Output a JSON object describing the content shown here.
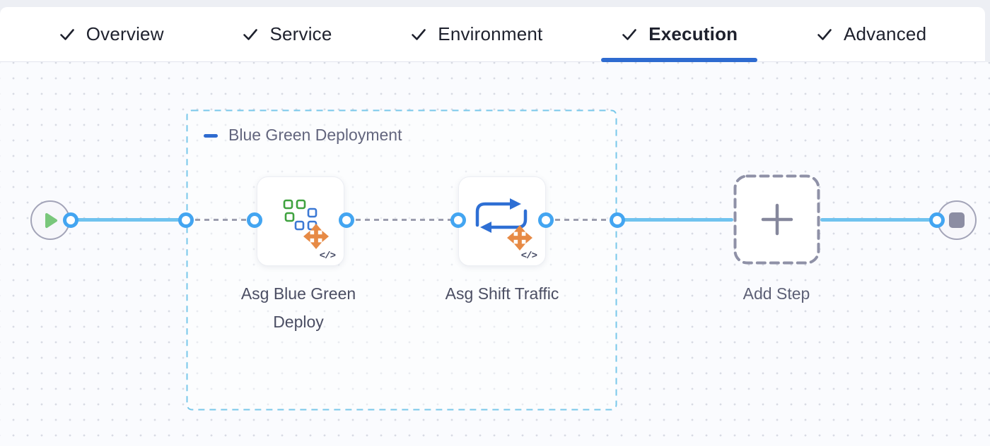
{
  "header": {
    "tabs": [
      {
        "label": "Overview",
        "state": "completed"
      },
      {
        "label": "Service",
        "state": "completed"
      },
      {
        "label": "Environment",
        "state": "completed"
      },
      {
        "label": "Execution",
        "state": "completed-active"
      },
      {
        "label": "Advanced",
        "state": "completed"
      }
    ]
  },
  "pipeline": {
    "group_label": "Blue Green Deployment",
    "steps": [
      {
        "label": "Asg Blue Green Deploy",
        "icon": "asg-blue-green-deploy-icon"
      },
      {
        "label": "Asg Shift Traffic",
        "icon": "asg-shift-traffic-icon"
      }
    ],
    "add_step_label": "Add Step"
  },
  "icons": {
    "code_badge": "</>",
    "check": "✓",
    "play": "▶",
    "stop": "■",
    "plus": "+",
    "collapse": "–"
  },
  "colors": {
    "accent_blue": "#2e6bd0",
    "port_blue": "#43a5f1",
    "line_blue": "#70c3ef",
    "group_border_cyan": "#79c8ea",
    "dashed_gray": "#9b9dae",
    "icon_green": "#3fa23f",
    "icon_blue": "#3c79d4",
    "icon_orange": "#e78a45",
    "play_green": "#79c77b",
    "stop_gray": "#8c8da3",
    "tab_text": "#1e212d",
    "label_text": "#4b4e63"
  }
}
